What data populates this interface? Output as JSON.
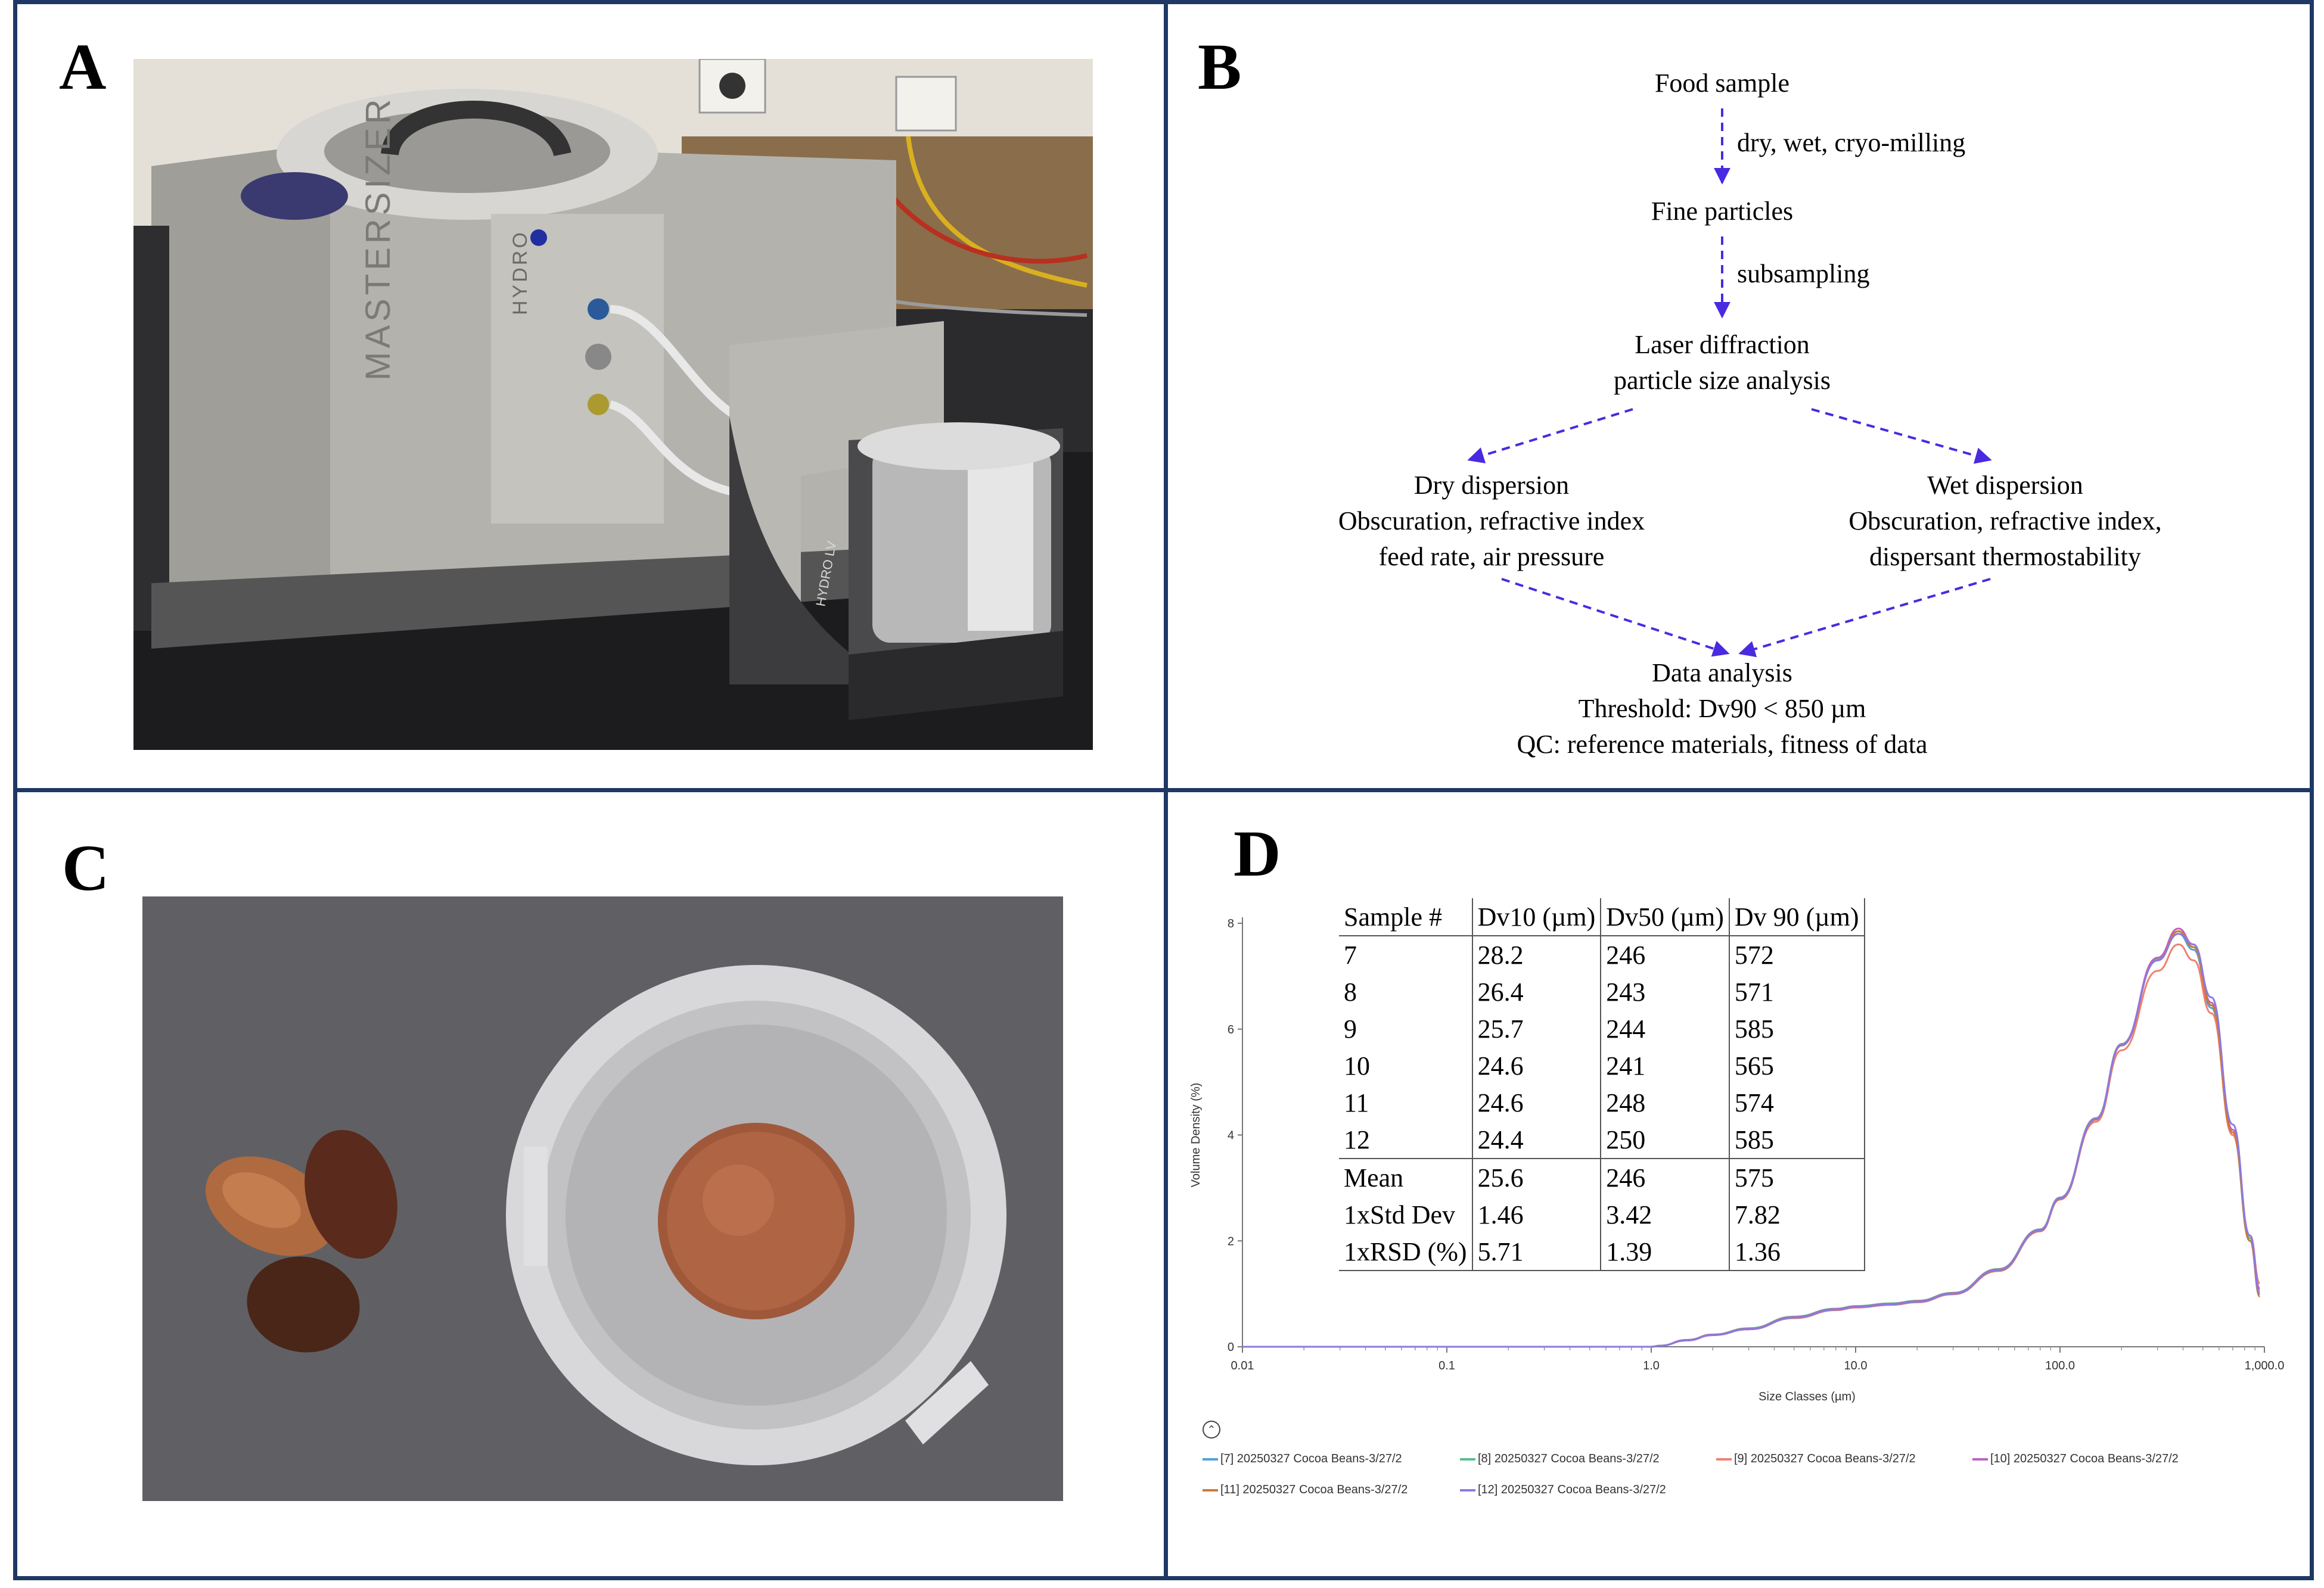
{
  "panels": {
    "a": {
      "label": "A"
    },
    "b": {
      "label": "B"
    },
    "c": {
      "label": "C"
    },
    "d": {
      "label": "D"
    }
  },
  "photo_a": {
    "brand_text": "MASTERSIZER",
    "hydro_text": "HYDRO",
    "hydro_lv_text": "HYDRO LV"
  },
  "flow": {
    "food_sample": "Food sample",
    "step1": "dry, wet, cryo-milling",
    "fine_particles": "Fine particles",
    "step2": "subsampling",
    "laser_1": "Laser diffraction",
    "laser_2": "particle size analysis",
    "dry_1": "Dry dispersion",
    "dry_2": "Obscuration, refractive index",
    "dry_3": "feed rate, air pressure",
    "wet_1": "Wet dispersion",
    "wet_2": "Obscuration, refractive index,",
    "wet_3": "dispersant thermostability",
    "data_1": "Data analysis",
    "data_2": "Threshold: Dv90 < 850 µm",
    "data_3": "QC: reference materials, fitness of data"
  },
  "table": {
    "headers": [
      "Sample #",
      "Dv10 (µm)",
      "Dv50 (µm)",
      "Dv 90 (µm)"
    ],
    "rows": [
      [
        "7",
        "28.2",
        "246",
        "572"
      ],
      [
        "8",
        "26.4",
        "243",
        "571"
      ],
      [
        "9",
        "25.7",
        "244",
        "585"
      ],
      [
        "10",
        "24.6",
        "241",
        "565"
      ],
      [
        "11",
        "24.6",
        "248",
        "574"
      ],
      [
        "12",
        "24.4",
        "250",
        "585"
      ]
    ],
    "stats": [
      [
        "Mean",
        "25.6",
        "246",
        "575"
      ],
      [
        "1xStd Dev",
        "1.46",
        "3.42",
        "7.82"
      ],
      [
        "1xRSD (%)",
        "5.71",
        "1.39",
        "1.36"
      ]
    ]
  },
  "chart_data": {
    "type": "line",
    "xlabel": "Size Classes (µm)",
    "ylabel": "Volume Density (%)",
    "xscale": "log",
    "xlim": [
      0.01,
      1000
    ],
    "ylim": [
      0,
      8
    ],
    "xticks": [
      "0.01",
      "0.1",
      "1.0",
      "10.0",
      "100.0",
      "1,000.0"
    ],
    "yticks": [
      "0",
      "2",
      "4",
      "6",
      "8"
    ],
    "x": [
      0.01,
      0.1,
      1.0,
      1.1,
      1.5,
      2,
      3,
      5,
      8,
      10,
      15,
      20,
      30,
      50,
      80,
      100,
      150,
      200,
      300,
      380,
      450,
      550,
      700,
      850,
      950
    ],
    "series": [
      {
        "name": "[7] 20250327 Cocoa Beans-3/27/2",
        "color": "#4fa3d8",
        "values": [
          0,
          0,
          0,
          0.02,
          0.12,
          0.22,
          0.33,
          0.55,
          0.7,
          0.75,
          0.8,
          0.85,
          1.0,
          1.45,
          2.2,
          2.8,
          4.3,
          5.7,
          7.3,
          7.8,
          7.5,
          6.4,
          4.0,
          2.0,
          1.0
        ]
      },
      {
        "name": "[8] 20250327 Cocoa Beans-3/27/2",
        "color": "#55c08a",
        "values": [
          0,
          0,
          0,
          0.02,
          0.13,
          0.23,
          0.35,
          0.57,
          0.72,
          0.77,
          0.82,
          0.87,
          1.02,
          1.47,
          2.22,
          2.82,
          4.32,
          5.72,
          7.32,
          7.85,
          7.55,
          6.45,
          4.05,
          2.05,
          1.05
        ]
      },
      {
        "name": "[9] 20250327 Cocoa Beans-3/27/2",
        "color": "#f08070",
        "values": [
          0,
          0,
          0,
          0.02,
          0.12,
          0.22,
          0.33,
          0.54,
          0.69,
          0.74,
          0.79,
          0.84,
          0.99,
          1.43,
          2.18,
          2.78,
          4.25,
          5.6,
          7.1,
          7.6,
          7.3,
          6.3,
          4.0,
          2.1,
          1.2
        ]
      },
      {
        "name": "[10] 20250327 Cocoa Beans-3/27/2",
        "color": "#c060c0",
        "values": [
          0,
          0,
          0,
          0.02,
          0.13,
          0.23,
          0.34,
          0.56,
          0.71,
          0.76,
          0.81,
          0.86,
          1.01,
          1.46,
          2.21,
          2.81,
          4.31,
          5.71,
          7.35,
          7.9,
          7.6,
          6.5,
          4.1,
          2.1,
          1.1
        ]
      },
      {
        "name": "[11] 20250327 Cocoa Beans-3/27/2",
        "color": "#d07830",
        "values": [
          0,
          0,
          0,
          0.02,
          0.12,
          0.22,
          0.33,
          0.55,
          0.7,
          0.75,
          0.8,
          0.85,
          1.0,
          1.44,
          2.19,
          2.79,
          4.29,
          5.69,
          7.3,
          7.85,
          7.55,
          6.45,
          4.05,
          2.0,
          0.95
        ]
      },
      {
        "name": "[12] 20250327 Cocoa Beans-3/27/2",
        "color": "#8a7ae0",
        "values": [
          0,
          0,
          0,
          0.02,
          0.12,
          0.22,
          0.33,
          0.55,
          0.7,
          0.75,
          0.8,
          0.85,
          1.0,
          1.45,
          2.2,
          2.8,
          4.3,
          5.7,
          7.3,
          7.8,
          7.6,
          6.6,
          4.2,
          2.1,
          1.0
        ]
      }
    ]
  }
}
